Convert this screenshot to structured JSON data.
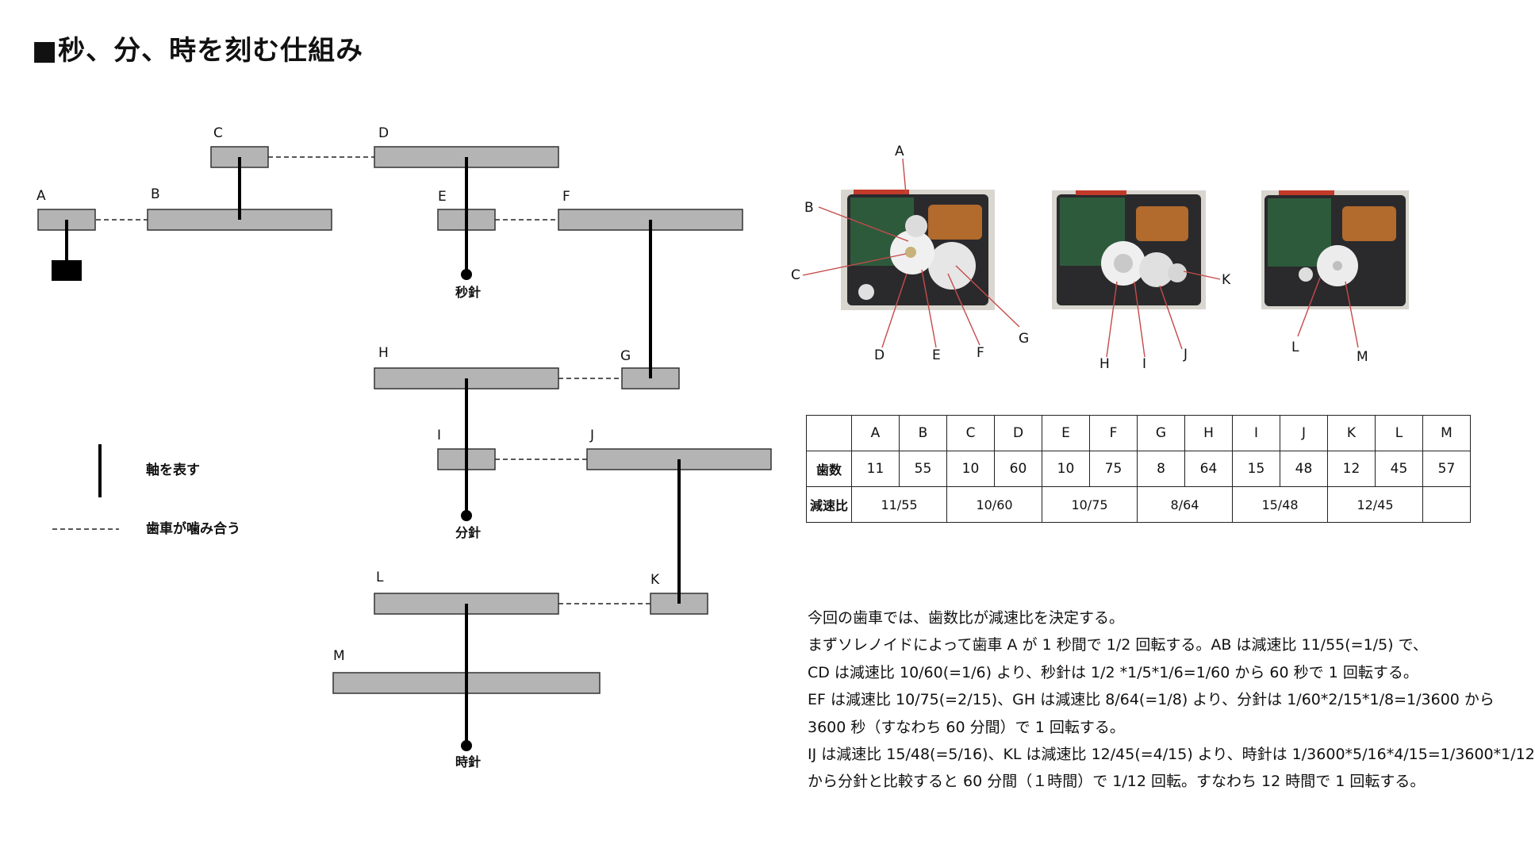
{
  "title": "■秒、分、時を刻む仕組み",
  "gears": {
    "a": "A",
    "b": "B",
    "c": "C",
    "d": "D",
    "e": "E",
    "f": "F",
    "g": "G",
    "h": "H",
    "i": "I",
    "j": "J",
    "k": "K",
    "l": "L",
    "m": "M"
  },
  "hands": {
    "second": "秒針",
    "minute": "分針",
    "hour": "時針"
  },
  "legend": {
    "shaft": "軸を表す",
    "mesh": "歯車が噛み合う"
  },
  "photos": {
    "p1": {
      "a": "A",
      "b": "B",
      "c": "C",
      "d": "D",
      "e": "E",
      "f": "F",
      "g": "G"
    },
    "p2": {
      "h": "H",
      "i": "I",
      "j": "J",
      "k": "K"
    },
    "p3": {
      "l": "L",
      "m": "M"
    }
  },
  "table": {
    "headers": [
      "A",
      "B",
      "C",
      "D",
      "E",
      "F",
      "G",
      "H",
      "I",
      "J",
      "K",
      "L",
      "M"
    ],
    "teeth_label": "歯数",
    "teeth": [
      "11",
      "55",
      "10",
      "60",
      "10",
      "75",
      "8",
      "64",
      "15",
      "48",
      "12",
      "45",
      "57"
    ],
    "ratio_label": "減速比",
    "ratios": [
      "11/55",
      "10/60",
      "10/75",
      "8/64",
      "15/48",
      "12/45"
    ]
  },
  "explanation": [
    "今回の歯車では、歯数比が減速比を決定する。",
    "まずソレノイドによって歯車 A が 1 秒間で 1/2 回転する。AB は減速比 11/55(=1/5) で、",
    "CD は減速比 10/60(=1/6) より、秒針は 1/2 *1/5*1/6=1/60 から 60 秒で 1 回転する。",
    "EF は減速比 10/75(=2/15)、GH は減速比 8/64(=1/8) より、分針は 1/60*2/15*1/8=1/3600 から",
    "3600 秒（すなわち 60 分間）で 1 回転する。",
    "IJ は減速比 15/48(=5/16)、KL は減速比 12/45(=4/15) より、時針は 1/3600*5/16*4/15=1/3600*1/12",
    "から分針と比較すると 60 分間（１時間）で 1/12 回転。すなわち 12 時間で 1 回転する。"
  ]
}
